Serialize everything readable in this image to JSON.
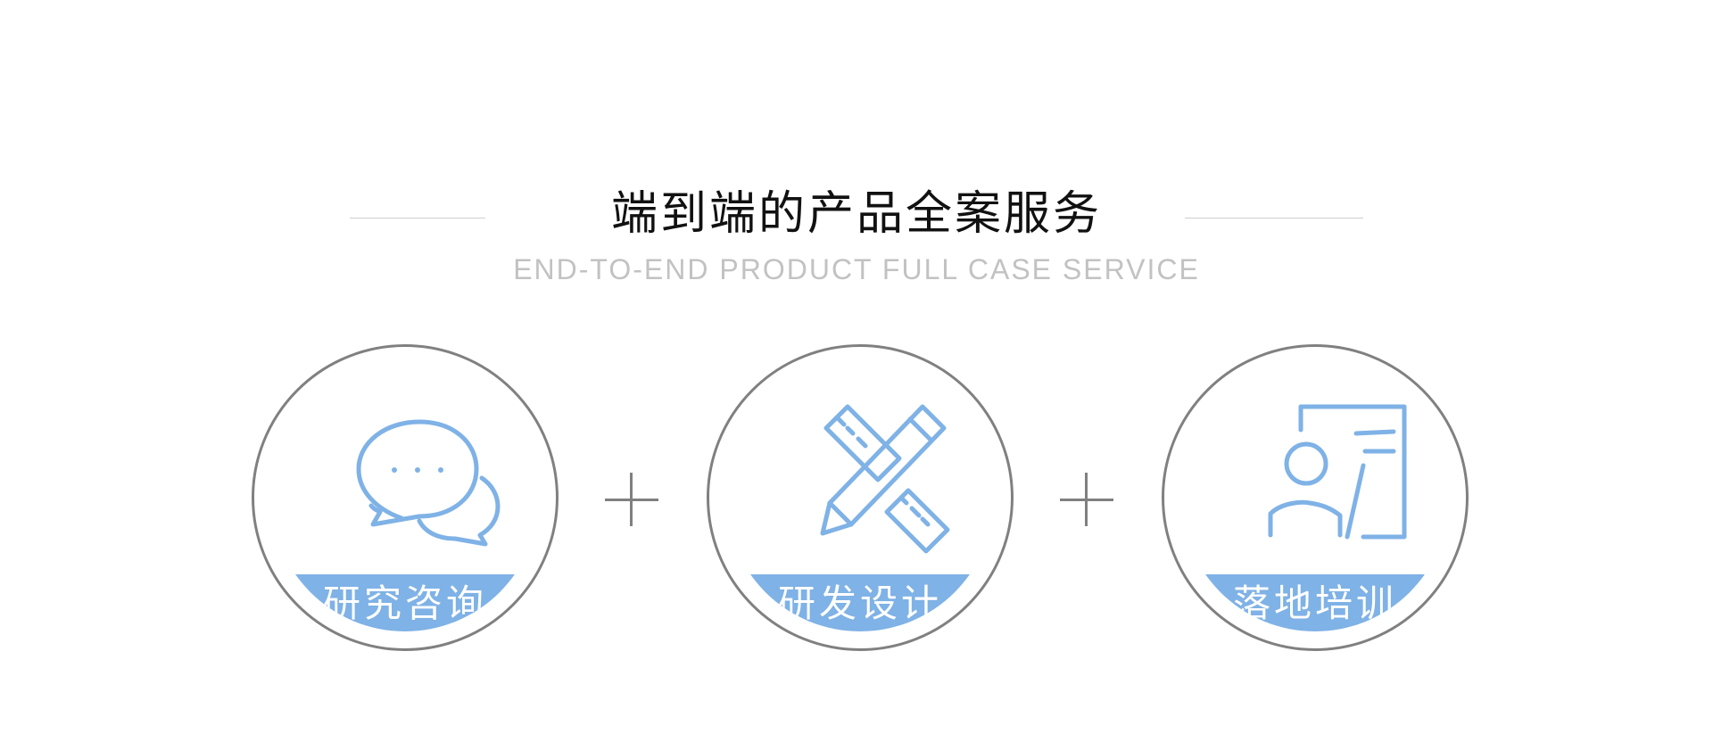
{
  "header": {
    "title": "端到端的产品全案服务",
    "subtitle": "END-TO-END PRODUCT FULL CASE SERVICE"
  },
  "colors": {
    "accent": "#7fb2e6",
    "circle_border": "#808080",
    "rule": "#cfcfcf",
    "subtitle": "#c2c2c2"
  },
  "services": [
    {
      "label": "研究咨询",
      "icon": "chat-bubbles-icon"
    },
    {
      "label": "研发设计",
      "icon": "ruler-pencil-icon"
    },
    {
      "label": "落地培训",
      "icon": "presenter-board-icon"
    }
  ],
  "connectors": [
    {
      "icon": "plus-icon"
    },
    {
      "icon": "plus-icon"
    }
  ]
}
